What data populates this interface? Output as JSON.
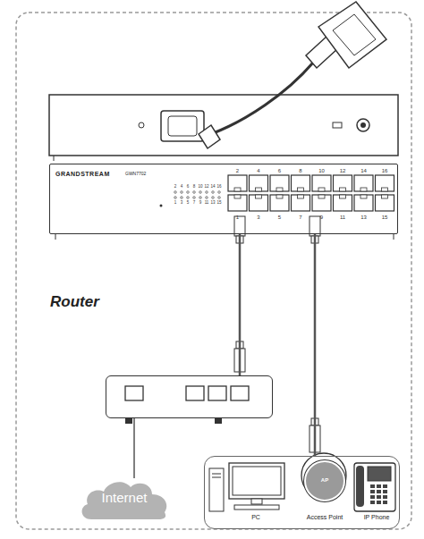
{
  "diagram": {
    "nodes": [
      {
        "text": [
          "GRANDSTREAM",
          "GWN7702"
        ]
      },
      {
        "text": [
          "Router"
        ]
      },
      {
        "text": [
          "Internet"
        ]
      },
      {
        "text": [
          "PC",
          "Access Point",
          "IP Phone"
        ]
      },
      {
        "text": [
          "AP"
        ],
        "in": 3
      }
    ],
    "edges": [
      {
        "from": 0,
        "to": 1,
        "arrow": "none"
      },
      {
        "from": 0,
        "to": 3,
        "arrow": "none"
      },
      {
        "from": 1,
        "to": 2,
        "arrow": "none"
      }
    ],
    "labels": [
      "2",
      "4",
      "6",
      "8",
      "10",
      "12",
      "14",
      "16",
      "1",
      "3",
      "5",
      "7",
      "9",
      "11",
      "13",
      "15",
      "2",
      "4",
      "6",
      "8",
      "10",
      "12",
      "14",
      "16",
      "1",
      "3",
      "5",
      "7",
      "9",
      "11",
      "13",
      "15"
    ]
  }
}
